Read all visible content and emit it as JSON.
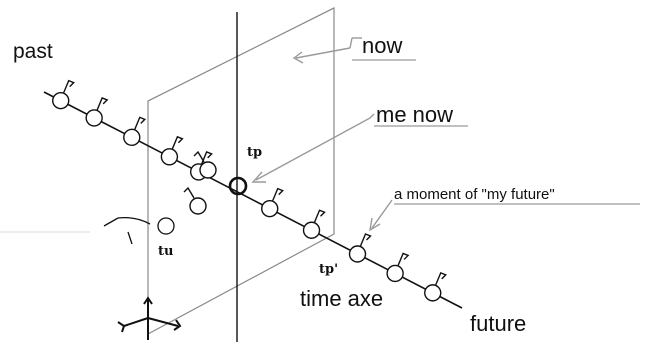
{
  "labels": {
    "past": "past",
    "now": "now",
    "me_now": "me now",
    "moment": "a moment of \"my future\"",
    "tp": "tp",
    "tu": "tu",
    "tp_prime": "tp'",
    "time_axe": "time axe",
    "future": "future"
  },
  "colors": {
    "stroke": "#111111",
    "plane": "#8a8a8a",
    "leader": "#9a9a9a"
  },
  "icons": [
    "stick-figure-icon",
    "arrow-icon",
    "axes-icon"
  ]
}
